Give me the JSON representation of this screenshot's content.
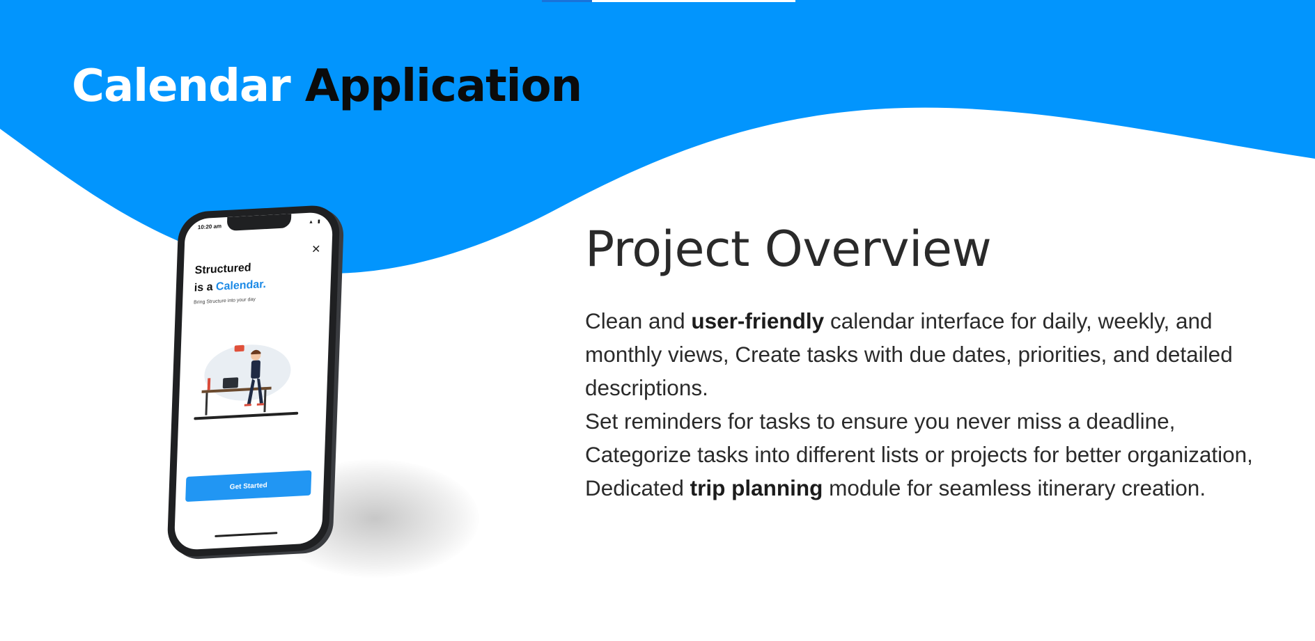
{
  "hero": {
    "title_part1": "Calendar",
    "title_part2": "Application"
  },
  "phone": {
    "status_time": "10:20 am",
    "close_symbol": "✕",
    "title_line1": "Structured",
    "title_line2_prefix": "is a",
    "title_line2_accent": "Calendar.",
    "subtitle": "Bring Structure into your day",
    "cta_label": "Get Started"
  },
  "overview": {
    "heading": "Project Overview",
    "p1_pre": "Clean and ",
    "p1_bold": "user-friendly",
    "p1_post": " calendar interface for daily, weekly, and monthly views, Create tasks with due dates, priorities, and detailed descriptions.",
    "p2_pre": "Set reminders for tasks to ensure you never miss a deadline, Categorize tasks into different lists or projects for better organization, Dedicated ",
    "p2_bold": "trip planning",
    "p2_post": " module for seamless itinerary creation."
  },
  "colors": {
    "brand_blue": "#0295fd",
    "accent_blue": "#1c8ae6",
    "button_blue": "#2196f3",
    "text_dark": "#2a2a2a"
  }
}
